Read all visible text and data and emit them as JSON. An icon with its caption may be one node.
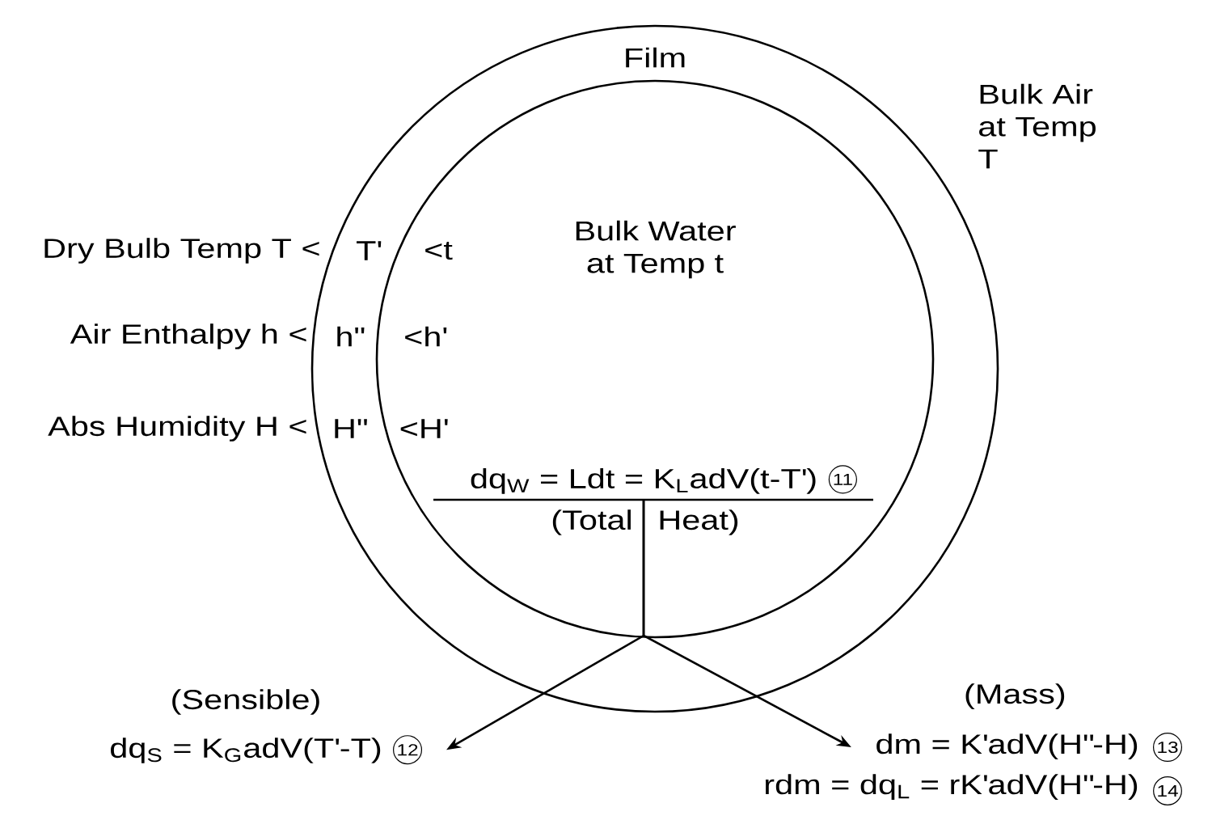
{
  "diagram": {
    "nodes": [
      {
        "text": [
          "Film"
        ]
      },
      {
        "text": [
          "Bulk Water at Temp t"
        ],
        "in": 0
      },
      {
        "text": [
          "dq$_{W}$ = Ldt = K$_{L}$adV(t-T')"
        ],
        "beside": [
          "11"
        ],
        "in": 1
      },
      {
        "text": [
          "(Sensible)",
          "dq$_{S}$ = K$_{G}$adV(T'-T)"
        ],
        "beside": [
          "12"
        ]
      },
      {
        "text": [
          "(Mass)",
          "dm = K'adV(H\"-H)",
          "rdm = dq$_{L}$ = rK'adV(H\"-H)"
        ],
        "beside": [
          "13",
          "14"
        ]
      }
    ],
    "edges": [
      {
        "from": 2,
        "to": 3,
        "arrow": "to"
      },
      {
        "from": 2,
        "to": 4,
        "arrow": "to"
      }
    ],
    "labels": [
      "Bulk Air at Temp T",
      "Dry Bulb Temp T <",
      "T'",
      "<t",
      "Air Enthalpy h <",
      "h\"",
      "<h'",
      "Abs Humidity H <",
      "H\"",
      "<H'",
      "(Total",
      "Heat)"
    ]
  }
}
